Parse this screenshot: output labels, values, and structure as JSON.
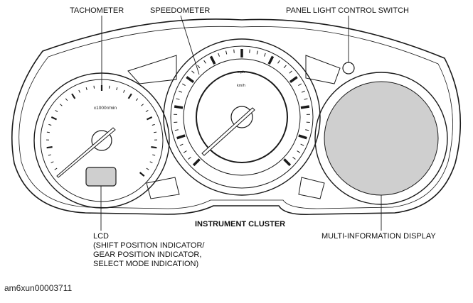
{
  "labels": {
    "tachometer": "TACHOMETER",
    "speedometer": "SPEEDOMETER",
    "panel_light_switch": "PANEL LIGHT CONTROL SWITCH",
    "cluster_title": "INSTRUMENT CLUSTER",
    "lcd_line1": "LCD",
    "lcd_line2": "(SHIFT POSITION INDICATOR/",
    "lcd_line3": "GEAR POSITION INDICATOR,",
    "lcd_line4": "SELECT MODE INDICATION)",
    "multi_info": "MULTI-INFORMATION DISPLAY"
  },
  "dial_text": {
    "tach_unit": "x1000r/min",
    "speed_unit_mph": "mph",
    "speed_unit_kmh": "km/h"
  },
  "figure_id": "am6xun00003711",
  "colors": {
    "line": "#1a1a1a",
    "display_fill": "#cfcfcf",
    "background": "#ffffff"
  }
}
